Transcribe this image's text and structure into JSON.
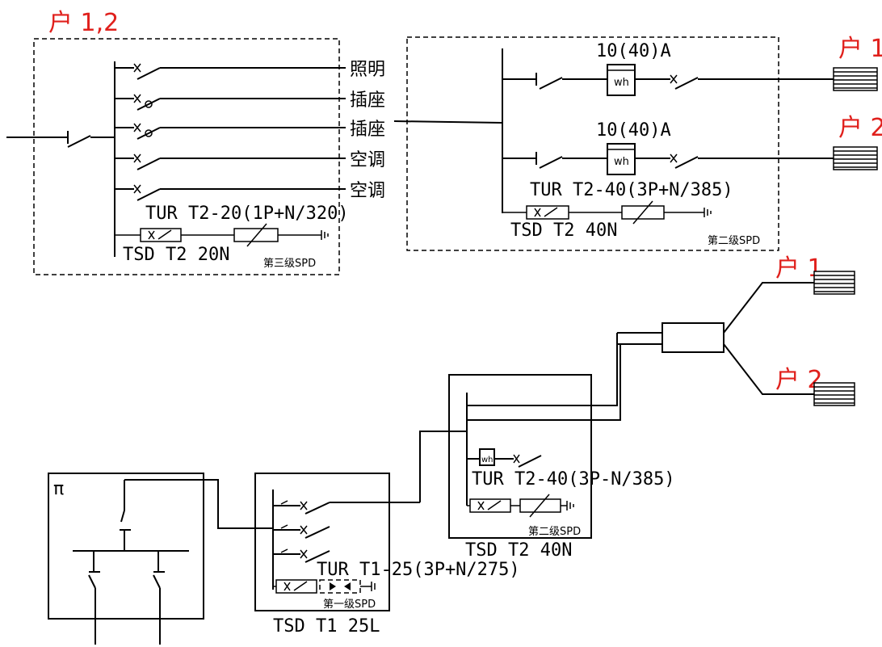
{
  "top_left": {
    "house_label": "户 1,2",
    "circuits": [
      "照明",
      "插座",
      "插座",
      "空调",
      "空调"
    ],
    "spd_spec": "TUR T2-20(1P+N/320)",
    "spd_model": "TSD T2 20N",
    "spd_level": "第三级SPD"
  },
  "top_right": {
    "meter1_rating": "10(40)A",
    "meter2_rating": "10(40)A",
    "meter_label": "wh",
    "house1": "户 1",
    "house2": "户 2",
    "spd_spec": "TUR T2-40(3P+N/385)",
    "spd_model": "TSD T2 40N",
    "spd_level": "第二级SPD"
  },
  "bottom": {
    "transformer_symbol": "π",
    "house1": "户 1",
    "house2": "户 2",
    "box2_spd_spec": "TUR T2-40(3P-N/385)",
    "box2_level": "第二级SPD",
    "box2_model": "TSD T2 40N",
    "box2_meter": "wh",
    "box1_spd_spec": "TUR T1-25(3P+N/275)",
    "box1_level": "第一级SPD",
    "box1_model": "TSD T1 25L"
  }
}
